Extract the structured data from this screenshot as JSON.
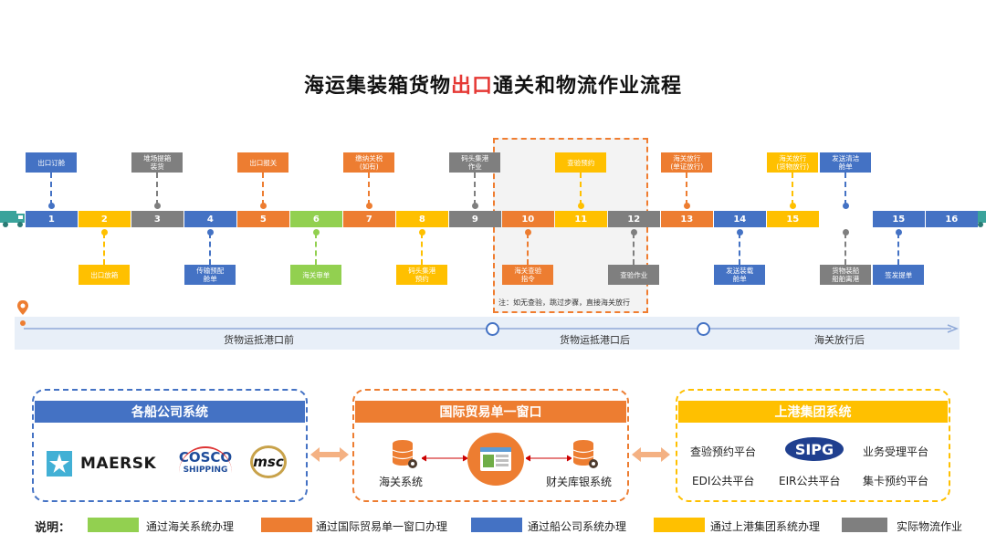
{
  "title": {
    "prefix": "海运集装箱货物",
    "highlight": "出口",
    "suffix": "通关和物流作业流程"
  },
  "colors": {
    "blue": "#4472c4",
    "yellow": "#ffc000",
    "gray": "#7f7f7f",
    "orange": "#ed7d31",
    "green": "#92d050",
    "highlight": "#e53935"
  },
  "steps": [
    {
      "n": "1",
      "color": "blue"
    },
    {
      "n": "2",
      "color": "yellow"
    },
    {
      "n": "3",
      "color": "gray"
    },
    {
      "n": "4",
      "color": "blue"
    },
    {
      "n": "5",
      "color": "orange"
    },
    {
      "n": "6",
      "color": "green"
    },
    {
      "n": "7",
      "color": "orange"
    },
    {
      "n": "8",
      "color": "yellow"
    },
    {
      "n": "9",
      "color": "gray"
    },
    {
      "n": "10",
      "color": "orange"
    },
    {
      "n": "11",
      "color": "yellow"
    },
    {
      "n": "12",
      "color": "gray"
    },
    {
      "n": "13",
      "color": "orange"
    },
    {
      "n": "14",
      "color": "blue"
    },
    {
      "n": "15",
      "color": "yellow"
    },
    {
      "n": "16",
      "color": "gray"
    },
    {
      "n": "15",
      "color": "blue"
    },
    {
      "n": "16",
      "color": "blue"
    }
  ],
  "top_labels": [
    {
      "step": 0,
      "text": "出口订舱",
      "color": "blue"
    },
    {
      "step": 2,
      "text": "堆场提箱\n装货",
      "color": "gray"
    },
    {
      "step": 4,
      "text": "出口报关",
      "color": "orange"
    },
    {
      "step": 6,
      "text": "缴纳关税\n(如有)",
      "color": "orange"
    },
    {
      "step": 8,
      "text": "码头集港\n作业",
      "color": "gray"
    },
    {
      "step": 10,
      "text": "查验预约",
      "color": "yellow"
    },
    {
      "step": 12,
      "text": "海关放行\n(单证放行)",
      "color": "orange"
    },
    {
      "step": 14,
      "text": "海关放行\n(货物放行)",
      "color": "yellow"
    },
    {
      "step": 16,
      "text": "发送清洁\n舱单",
      "color": "blue"
    }
  ],
  "bottom_labels": [
    {
      "step": 1,
      "text": "出口放箱",
      "color": "yellow"
    },
    {
      "step": 3,
      "text": "传输预配\n舱单",
      "color": "blue"
    },
    {
      "step": 5,
      "text": "海关审单",
      "color": "green"
    },
    {
      "step": 7,
      "text": "码头集港\n预约",
      "color": "yellow"
    },
    {
      "step": 9,
      "text": "海关查验\n指令",
      "color": "orange"
    },
    {
      "step": 11,
      "text": "查验作业",
      "color": "gray"
    },
    {
      "step": 13,
      "text": "发送装载\n舱单",
      "color": "blue"
    },
    {
      "step": 15,
      "text": "货物装船\n船舶离港",
      "color": "gray"
    },
    {
      "step": 17,
      "text": "签发提单",
      "color": "blue"
    }
  ],
  "note": "注：如无查验，跳过步骤，直接海关放行",
  "phases": [
    "货物运抵港口前",
    "货物运抵港口后",
    "海关放行后"
  ],
  "panels": {
    "shipping": {
      "title": "各船公司系统",
      "logos": [
        "MAERSK",
        "COSCO",
        "SHIPPING",
        "msc"
      ]
    },
    "single_window": {
      "title": "国际贸易单一窗口",
      "left": "海关系统",
      "right": "财关库银系统"
    },
    "sipg": {
      "title": "上港集团系统",
      "items": [
        "查验预约平台",
        "SIPG",
        "业务受理平台",
        "EDI公共平台",
        "EIR公共平台",
        "集卡预约平台"
      ]
    }
  },
  "legend": {
    "title": "说明：",
    "items": [
      {
        "text": "通过海关系统办理",
        "color": "green"
      },
      {
        "text": "通过国际贸易单一窗口办理",
        "color": "orange"
      },
      {
        "text": "通过船公司系统办理",
        "color": "blue"
      },
      {
        "text": "通过上港集团系统办理",
        "color": "yellow"
      },
      {
        "text": "实际物流作业",
        "color": "gray"
      }
    ]
  }
}
